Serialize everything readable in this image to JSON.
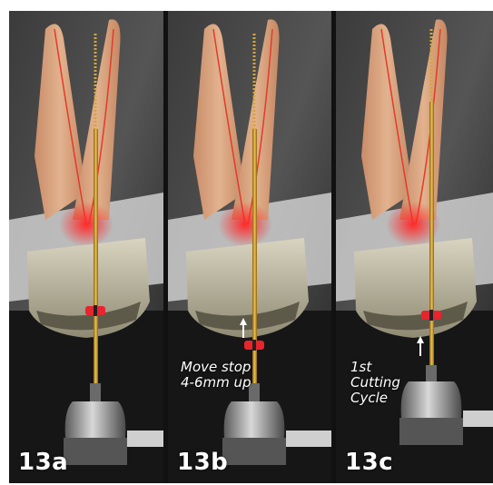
{
  "figure": {
    "panels": [
      {
        "label": "13a",
        "caption": []
      },
      {
        "label": "13b",
        "caption": [
          "Move stop",
          "4-6mm up"
        ]
      },
      {
        "label": "13c",
        "caption": [
          "1st",
          "Cutting",
          "Cycle"
        ]
      }
    ]
  },
  "colors": {
    "root": "#d9a17c",
    "canal": "#e23b2a",
    "crown": "#b5b09a",
    "file": "#c9962b",
    "stop": "#e8242c",
    "handpiece": "#7a7a7a",
    "background": "#2a2a2a"
  },
  "icons": {
    "arrow": "white-up-arrow-icon"
  }
}
